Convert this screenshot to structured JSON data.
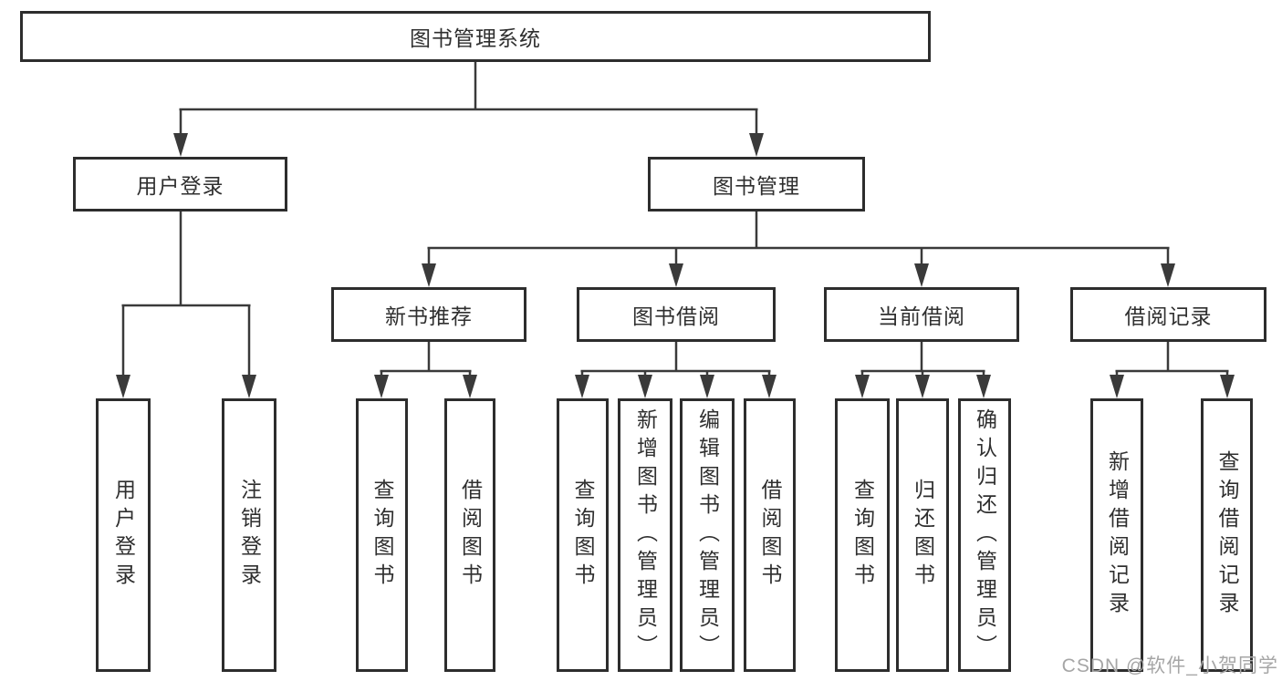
{
  "diagram": {
    "root": "图书管理系统",
    "level2": [
      {
        "label": "用户登录"
      },
      {
        "label": "图书管理"
      }
    ],
    "level3": [
      {
        "label": "新书推荐"
      },
      {
        "label": "图书借阅"
      },
      {
        "label": "当前借阅"
      },
      {
        "label": "借阅记录"
      }
    ],
    "leaves": {
      "login": [
        "用户登录",
        "注销登录"
      ],
      "new_book": [
        "查询图书",
        "借阅图书"
      ],
      "borrow": [
        "查询图书",
        "新增图书（管理员）",
        "编辑图书（管理员）",
        "借阅图书"
      ],
      "current": [
        "查询图书",
        "归还图书",
        "确认归还（管理员）"
      ],
      "record": [
        "新增借阅记录",
        "查询借阅记录"
      ]
    }
  },
  "watermark": {
    "text": "CSDN @软件_小贺同学",
    "color": "#a6a6a6"
  },
  "colors": {
    "line": "#3a3a3a",
    "box_border": "#2d2d2d",
    "text": "#2f2f2f",
    "background": "#ffffff"
  }
}
